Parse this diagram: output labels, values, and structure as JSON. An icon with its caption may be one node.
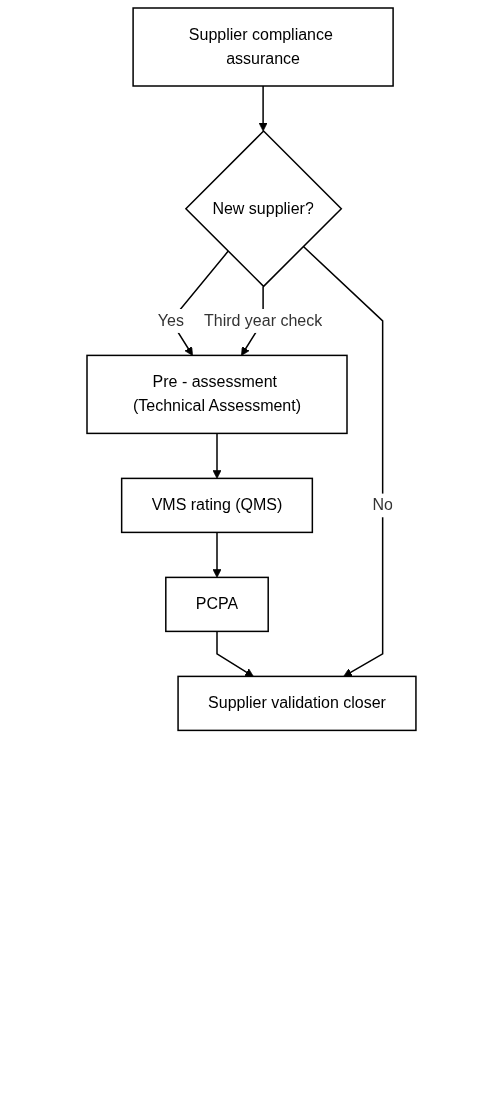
{
  "diagram": {
    "nodes": [
      {
        "text": [
          "Supplier compliance assurance"
        ]
      },
      {
        "text": [
          "New supplier?"
        ]
      },
      {
        "text": [
          "Pre - assessment (Technical Assessment)"
        ]
      },
      {
        "text": [
          "VMS rating (QMS)"
        ]
      },
      {
        "text": [
          "PCPA"
        ]
      },
      {
        "text": [
          "Supplier validation closer"
        ]
      }
    ],
    "edges": [
      {
        "from": 0,
        "to": 1,
        "arrow": "to"
      },
      {
        "from": 1,
        "to": 2,
        "arrow": "to",
        "label": "Yes"
      },
      {
        "from": 1,
        "to": 2,
        "arrow": "to",
        "label": "Third year check"
      },
      {
        "from": 2,
        "to": 3,
        "arrow": "to"
      },
      {
        "from": 3,
        "to": 4,
        "arrow": "to"
      },
      {
        "from": 4,
        "to": 5,
        "arrow": "to"
      },
      {
        "from": 1,
        "to": 5,
        "arrow": "to",
        "label": "No"
      }
    ]
  }
}
